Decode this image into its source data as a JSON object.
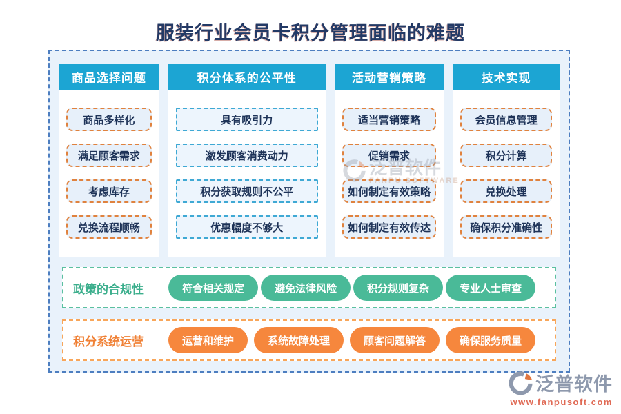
{
  "title": "服装行业会员卡积分管理面临的难题",
  "columns": [
    {
      "header": "商品选择问题",
      "style": "orange",
      "items": [
        "商品多样化",
        "满足顾客需求",
        "考虑库存",
        "兑换流程顺畅"
      ]
    },
    {
      "header": "积分体系的公平性",
      "style": "cyan",
      "items": [
        "具有吸引力",
        "激发顾客消费动力",
        "积分获取规则不公平",
        "优惠幅度不够大"
      ]
    },
    {
      "header": "活动营销策略",
      "style": "orange",
      "items": [
        "适当营销策略",
        "促销需求",
        "如何制定有效策略",
        "如何制定有效传达"
      ]
    },
    {
      "header": "技术实现",
      "style": "orange",
      "items": [
        "会员信息管理",
        "积分计算",
        "兑换处理",
        "确保积分准确性"
      ]
    }
  ],
  "bottom_rows": [
    {
      "label": "政策的合规性",
      "theme": "green",
      "pills": [
        "符合相关规定",
        "避免法律风险",
        "积分规则复杂",
        "专业人士审查"
      ]
    },
    {
      "label": "积分系统运营",
      "theme": "orange",
      "pills": [
        "运营和维护",
        "系统故障处理",
        "顾客问题解答",
        "确保服务质量"
      ]
    }
  ],
  "watermark_center": {
    "name": "泛普软件",
    "name_en": "FANPU SOFTWARE"
  },
  "watermark_corner": {
    "name": "泛普软件",
    "url": "www.fanpusoft.com"
  },
  "colors": {
    "title_color": "#233a66",
    "board_bg": "#e9f2fb",
    "board_border": "#4d7ec0",
    "header_bg": "#1ca5d3",
    "item_text": "#1e3358",
    "orange_item_bg": "#e7f0fa",
    "orange_item_border": "#e0823e",
    "cyan_item_bg": "#edf5fd",
    "cyan_item_border": "#3fa9d4",
    "green_pill": "#4aba98",
    "green_border": "#5bc0a0",
    "green_label": "#3bae8c",
    "orange_pill": "#f6873d",
    "orange_border": "#f8a65a",
    "orange_label": "#f08136"
  }
}
